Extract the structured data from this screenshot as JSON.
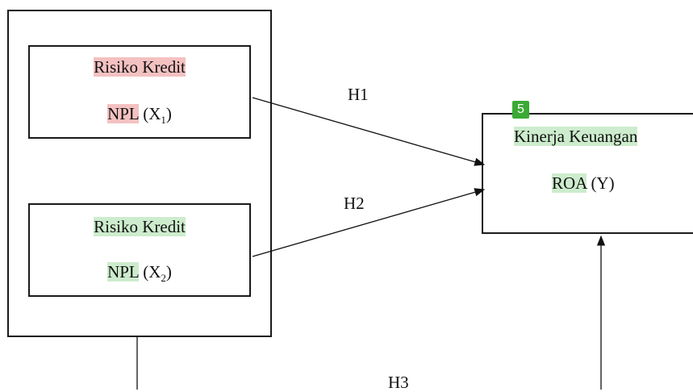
{
  "x1": {
    "title": "Risiko Kredit",
    "abbr": "NPL",
    "var": "(X",
    "sub": "1",
    "close": ")",
    "highlight": "#f4c1c1"
  },
  "x2": {
    "title": "Risiko Kredit",
    "abbr": "NPL",
    "var": "(X",
    "sub": "2",
    "close": ")",
    "highlight": "#cdeccd"
  },
  "y": {
    "title": "Kinerja Keuangan",
    "abbr": "ROA",
    "var": "(Y)",
    "highlight": "#cdeccd"
  },
  "badge": {
    "value": "5",
    "color": "#3aaa35"
  },
  "hypotheses": {
    "h1": "H1",
    "h2": "H2",
    "h3": "H3"
  }
}
